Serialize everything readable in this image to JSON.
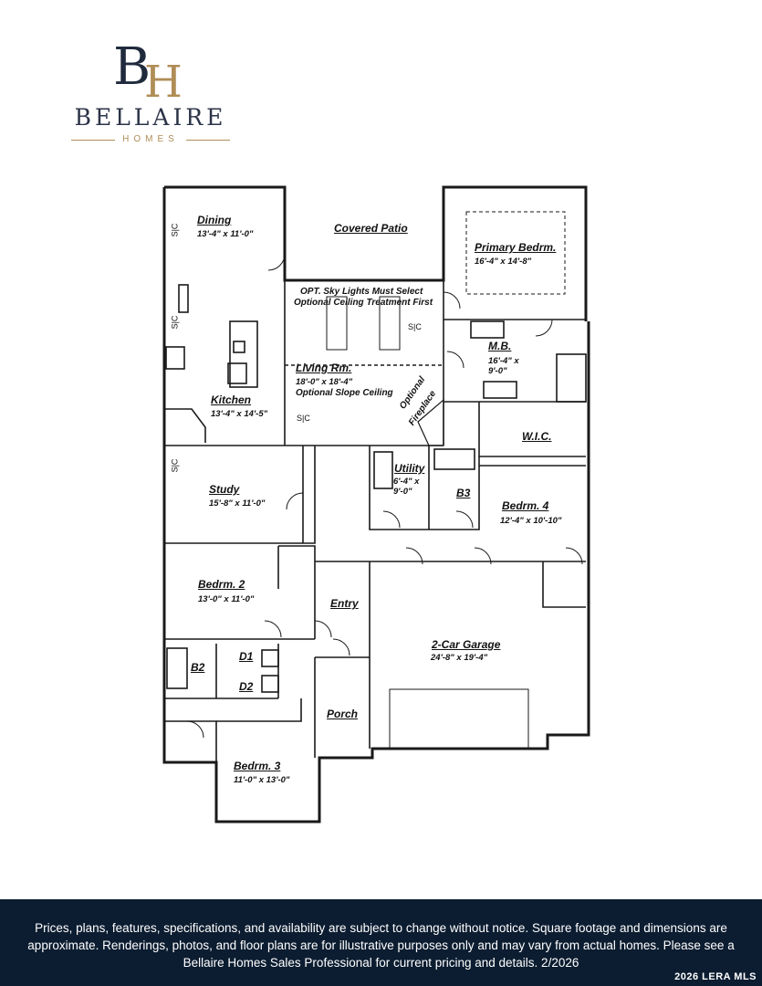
{
  "brand": {
    "monogram": "BH",
    "name": "BELLAIRE",
    "subname": "HOMES",
    "colors": {
      "navy": "#1f2a3c",
      "gold": "#b08d57"
    }
  },
  "rooms": [
    {
      "id": "dining",
      "name": "Dining",
      "dim": "13'-4\" x 11'-0\""
    },
    {
      "id": "covered-patio",
      "name": "Covered Patio",
      "dim": ""
    },
    {
      "id": "primary-bedroom",
      "name": "Primary Bedrm.",
      "dim": "16'-4\" x 14'-8\""
    },
    {
      "id": "master-bath",
      "name": "M.B.",
      "dim": "16'-4\" x 9'-0\""
    },
    {
      "id": "living-room",
      "name": "Living Rm.",
      "dim": "18'-0\" x 18'-4\""
    },
    {
      "id": "kitchen",
      "name": "Kitchen",
      "dim": "13'-4\" x 14'-5\""
    },
    {
      "id": "wic",
      "name": "W.I.C.",
      "dim": ""
    },
    {
      "id": "study",
      "name": "Study",
      "dim": "15'-8\" x 11'-0\""
    },
    {
      "id": "utility",
      "name": "Utility",
      "dim": "6'-4\" x 9'-0\""
    },
    {
      "id": "b3",
      "name": "B3",
      "dim": ""
    },
    {
      "id": "bedroom-4",
      "name": "Bedrm. 4",
      "dim": "12'-4\" x 10'-10\""
    },
    {
      "id": "bedroom-2",
      "name": "Bedrm. 2",
      "dim": "13'-0\" x 11'-0\""
    },
    {
      "id": "entry",
      "name": "Entry",
      "dim": ""
    },
    {
      "id": "garage",
      "name": "2-Car Garage",
      "dim": "24'-8\" x 19'-4\""
    },
    {
      "id": "b2",
      "name": "B2",
      "dim": ""
    },
    {
      "id": "d1",
      "name": "D1",
      "dim": ""
    },
    {
      "id": "d2",
      "name": "D2",
      "dim": ""
    },
    {
      "id": "porch",
      "name": "Porch",
      "dim": ""
    },
    {
      "id": "bedroom-3",
      "name": "Bedrm. 3",
      "dim": "11'-0\" x 13'-0\""
    }
  ],
  "notes": {
    "skylights_1": "OPT. Sky Lights Must Select",
    "skylights_2": "Optional Ceiling Treatment First",
    "slope_ceiling": "Optional Slope Ceiling",
    "fireplace_1": "Optional",
    "fireplace_2": "Fireplace",
    "sc": "S|C"
  },
  "footer": {
    "disclaimer": "Prices, plans, features, specifications, and availability are subject to change without notice. Square footage and dimensions are approximate. Renderings, photos, and floor plans are for illustrative purposes only and may vary from actual homes. Please see a Bellaire Homes Sales Professional for current pricing and details. 2/2026",
    "mls": "2026 LERA MLS"
  }
}
